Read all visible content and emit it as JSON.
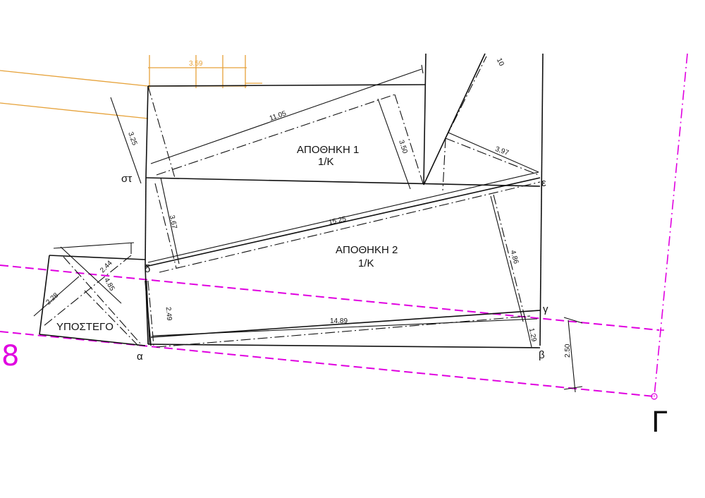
{
  "rooms": [
    {
      "id": "apothiki1",
      "name": "ΑΠΟΘΗΚΗ 1",
      "sub": "1/Κ"
    },
    {
      "id": "apothiki2",
      "name": "ΑΠΟΘΗΚΗ 2",
      "sub": "1/Κ"
    },
    {
      "id": "ypostego",
      "name": "ΥΠΟΣΤΕΓΟ"
    }
  ],
  "points": {
    "alpha": "α",
    "beta": "β",
    "gamma": "γ",
    "delta": "δ",
    "epsilon": "ε",
    "sigma_tau": "στ",
    "big_gamma": "Γ",
    "edge_number": "8"
  },
  "dimensions": {
    "d_11_05": "11.05",
    "d_3_25": "3.25",
    "d_3_50": "3.50",
    "d_3_97": "3.97",
    "d_3_67": "3.67",
    "d_15_25": "15.25",
    "d_4_86": "4.86",
    "d_14_89": "14.89",
    "d_1_29": "1.29",
    "d_2_50": "2.50",
    "d_2_49": "2.49",
    "d_2_44": "2.44",
    "d_2_28": "2.28",
    "d_4_85": "4.85",
    "d_10": "10",
    "d_3_59": "3.59"
  },
  "colors": {
    "lines": "#111111",
    "boundary": "#e000e0",
    "neighbor": "#e6a23a"
  }
}
